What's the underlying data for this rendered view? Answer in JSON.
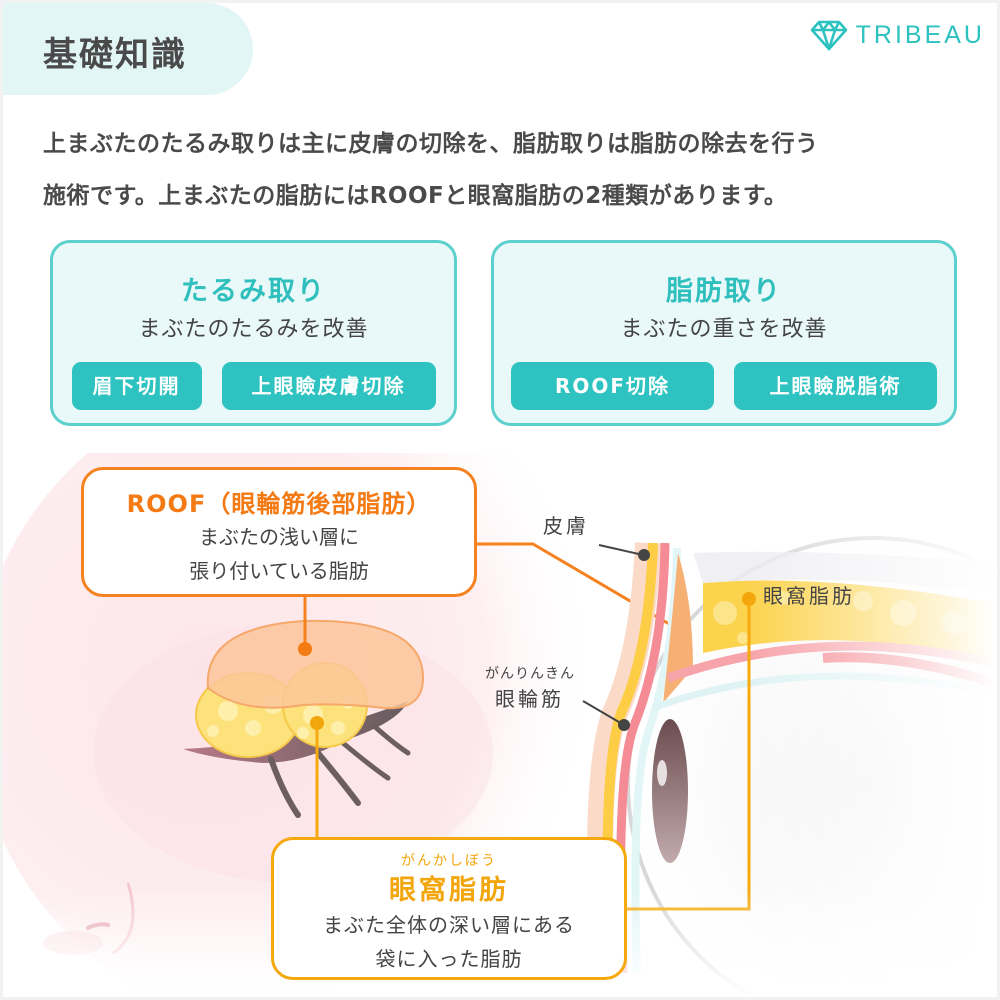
{
  "header": {
    "title": "基礎知識",
    "brand": "TRIBEAU",
    "brand_icon": "diamond-icon",
    "brand_color": "#2cc2c0"
  },
  "intro": {
    "line1": "上まぶたのたるみ取りは主に皮膚の切除を、脂肪取りは脂肪の除去を行う",
    "line2": "施術です。上まぶたの脂肪にはROOFと眼窩脂肪の2種類があります。"
  },
  "cards": [
    {
      "title": "たるみ取り",
      "subtitle": "まぶたのたるみを改善",
      "chips": [
        "眉下切開",
        "上眼瞼皮膚切除"
      ]
    },
    {
      "title": "脂肪取り",
      "subtitle": "まぶたの重さを改善",
      "chips": [
        "ROOF切除",
        "上眼瞼脱脂術"
      ]
    }
  ],
  "figure": {
    "roof_callout": {
      "title": "ROOF（眼輪筋後部脂肪）",
      "body_line1": "まぶたの浅い層に",
      "body_line2": "張り付いている脂肪"
    },
    "orbital_callout": {
      "ruby": "がんかしぼう",
      "title": "眼窩脂肪",
      "body_line1": "まぶた全体の深い層にある",
      "body_line2": "袋に入った脂肪"
    },
    "labels": {
      "skin": "皮膚",
      "muscle_ruby": "がんりんきん",
      "muscle": "眼輪筋",
      "orbital_fat": "眼窩脂肪"
    }
  },
  "colors": {
    "teal": "#2ec3c1",
    "card_bg": "#e9f8f8",
    "roof_orange": "#f47a14",
    "orbital_yellow": "#f3a60b",
    "text": "#444444"
  }
}
